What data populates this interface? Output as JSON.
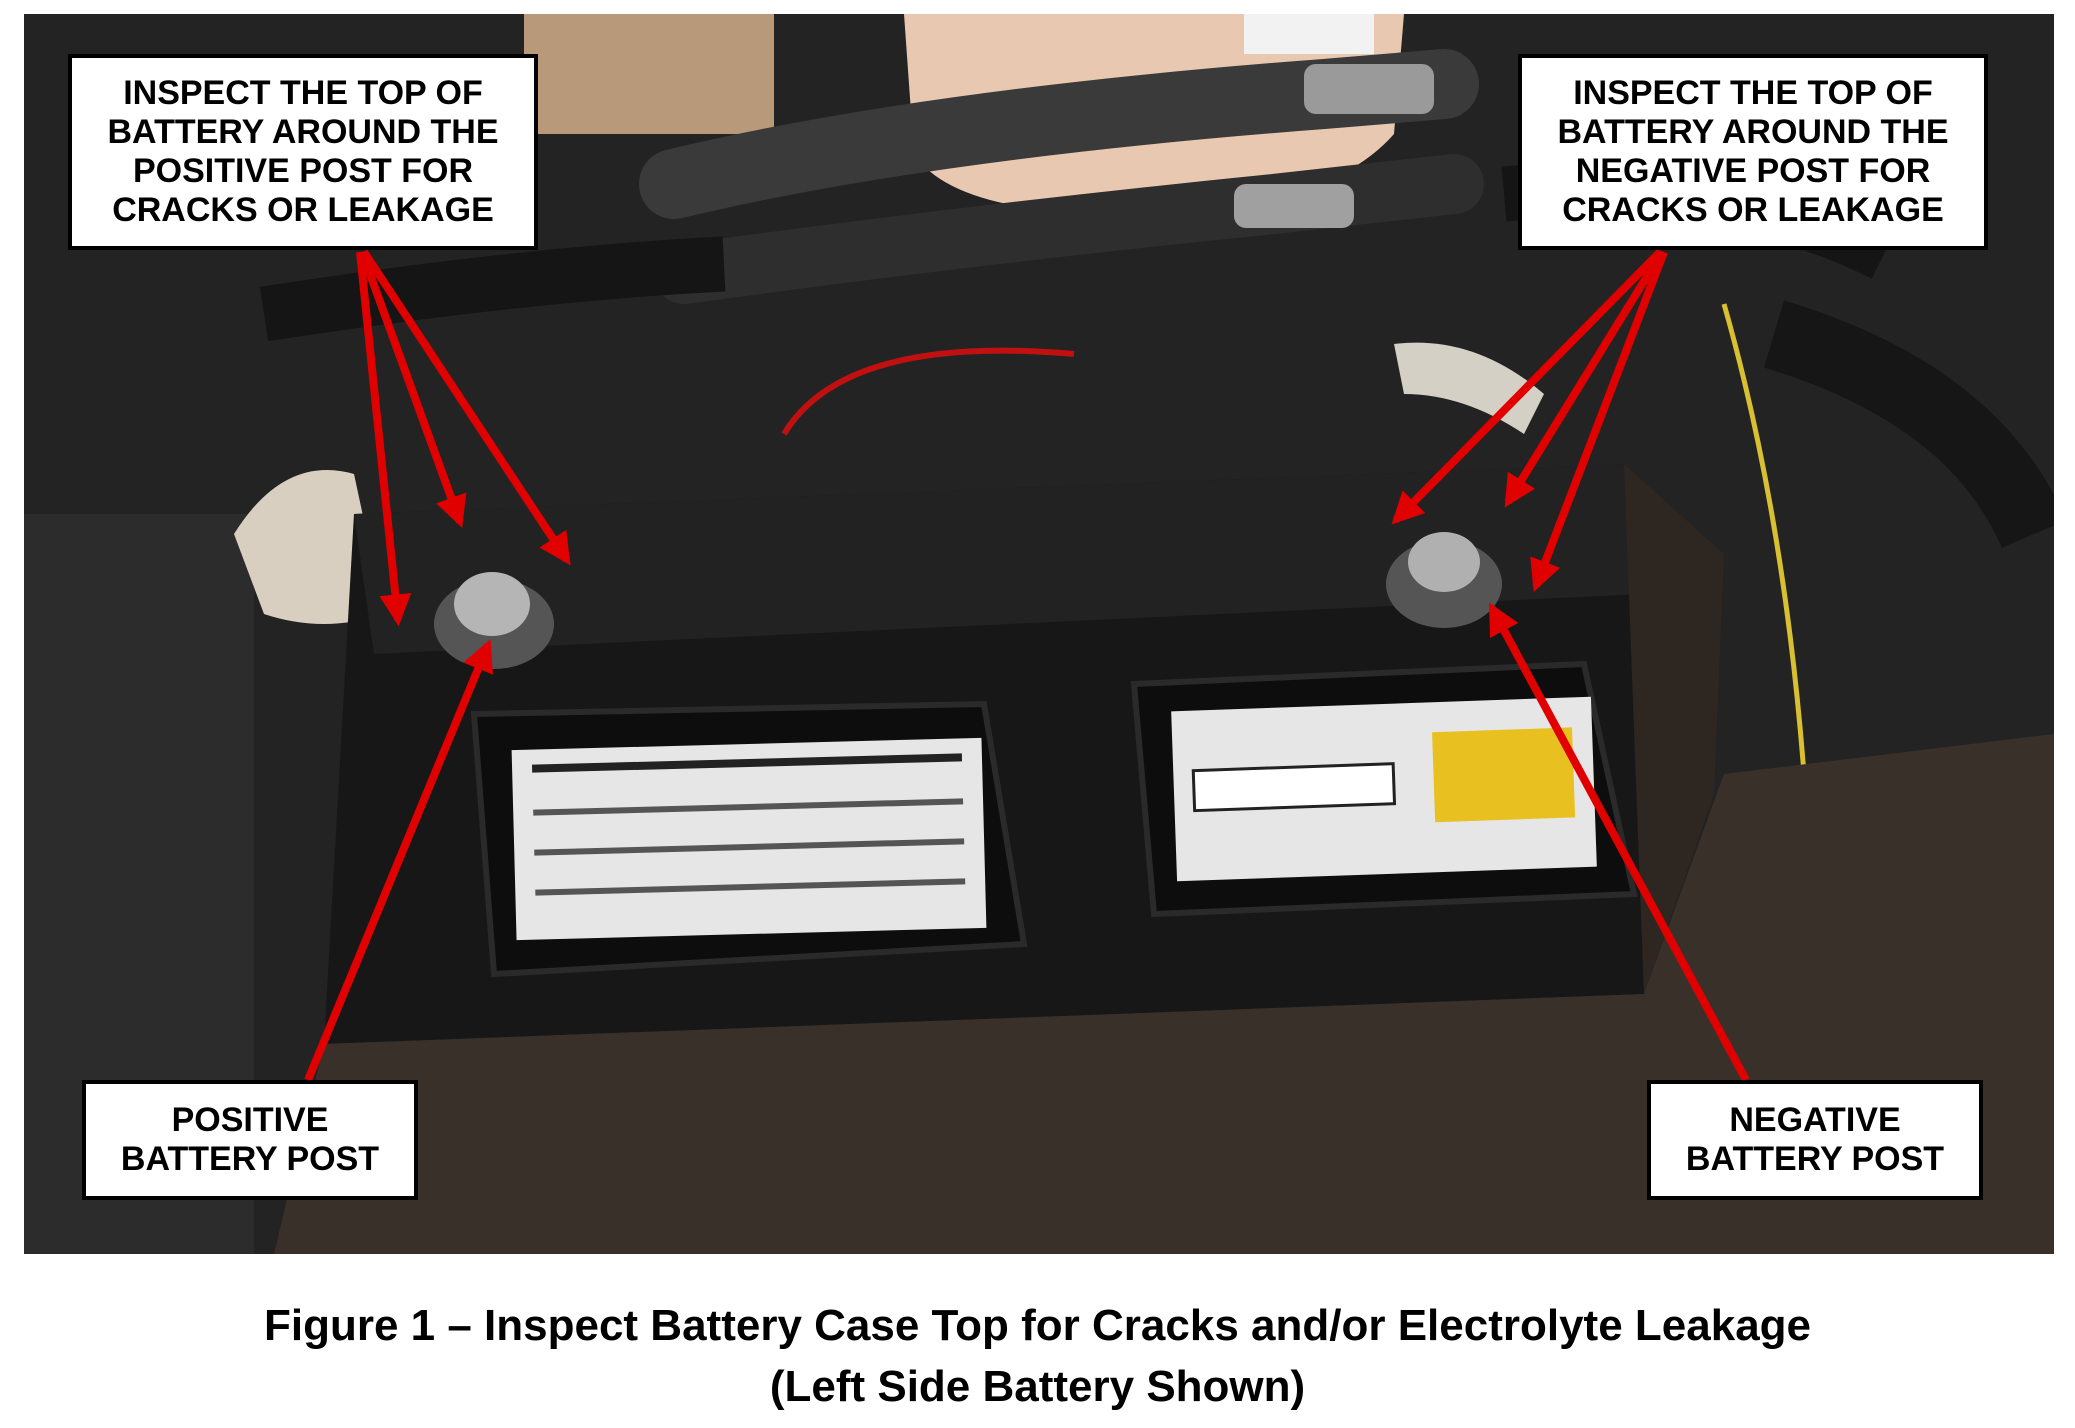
{
  "figure": {
    "callouts": {
      "top_left": "INSPECT THE TOP OF\nBATTERY AROUND THE\nPOSITIVE POST FOR\nCRACKS OR LEAKAGE",
      "top_right": "INSPECT THE TOP OF\nBATTERY AROUND THE\nNEGATIVE POST FOR\nCRACKS OR LEAKAGE",
      "bottom_left": "POSITIVE\nBATTERY POST",
      "bottom_right": "NEGATIVE\nBATTERY POST"
    },
    "caption_line1": "Figure 1 – Inspect Battery Case Top for Cracks and/or Electrolyte Leakage",
    "caption_line2": "(Left Side Battery Shown)",
    "arrow_color": "#e00000"
  }
}
